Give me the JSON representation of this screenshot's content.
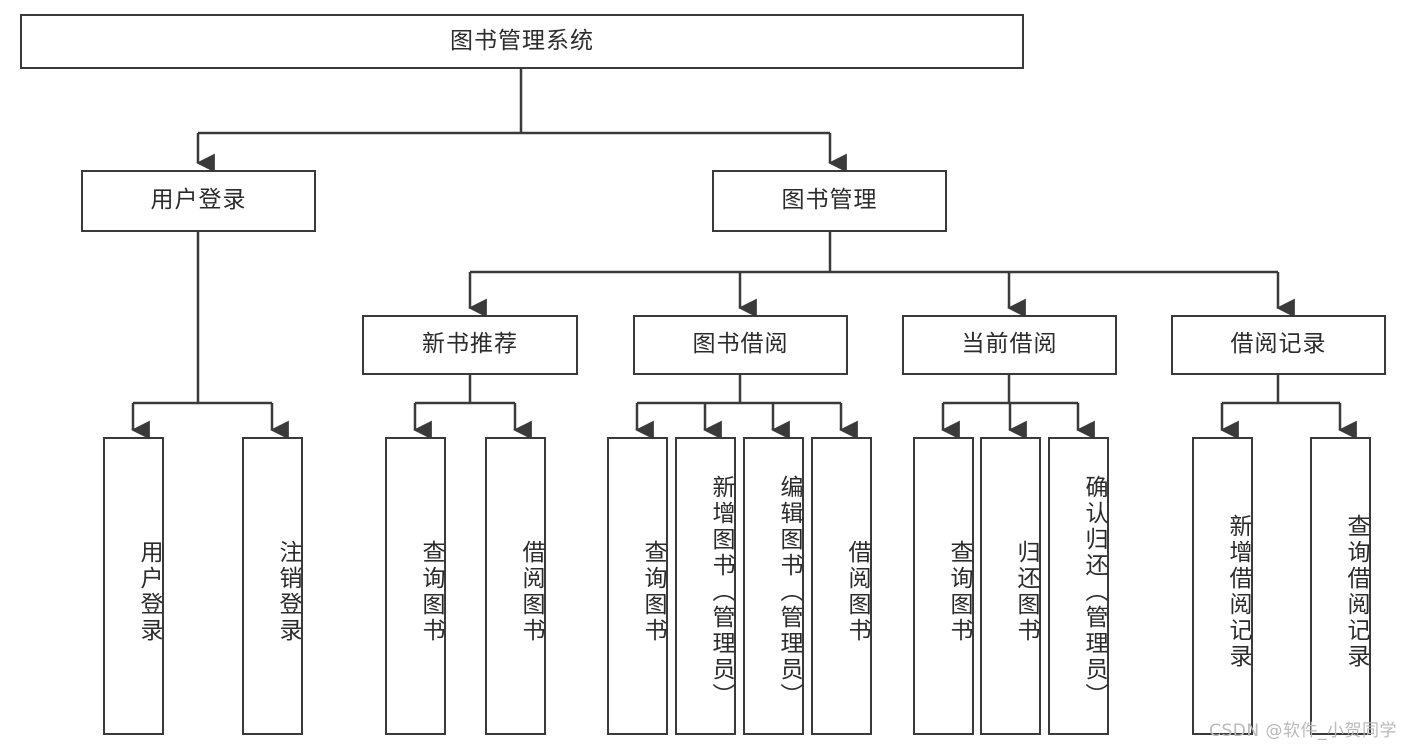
{
  "diagram": {
    "title": "图书管理系统",
    "type": "tree-hierarchy-chart",
    "root": {
      "label": "图书管理系统"
    },
    "level2": [
      {
        "label": "用户登录"
      },
      {
        "label": "图书管理"
      }
    ],
    "level3": [
      {
        "label": "新书推荐"
      },
      {
        "label": "图书借阅"
      },
      {
        "label": "当前借阅"
      },
      {
        "label": "借阅记录"
      }
    ],
    "leaves": {
      "user_login": [
        {
          "label": "用户登录"
        },
        {
          "label": "注销登录"
        }
      ],
      "new_book_recommend": [
        {
          "label": "查询图书"
        },
        {
          "label": "借阅图书"
        }
      ],
      "book_borrow": [
        {
          "label": "查询图书"
        },
        {
          "label": "新增图书（管理员）"
        },
        {
          "label": "编辑图书（管理员）"
        },
        {
          "label": "借阅图书"
        }
      ],
      "current_borrow": [
        {
          "label": "查询图书"
        },
        {
          "label": "归还图书"
        },
        {
          "label": "确认归还（管理员）"
        }
      ],
      "borrow_record": [
        {
          "label": "新增借阅记录"
        },
        {
          "label": "查询借阅记录"
        }
      ]
    },
    "watermark": "CSDN @软件_小贺同学",
    "colors": {
      "stroke": "#3a3a3a",
      "fill": "#ffffff",
      "text": "#2b2b2b",
      "watermark": "#b9b9b9"
    }
  }
}
